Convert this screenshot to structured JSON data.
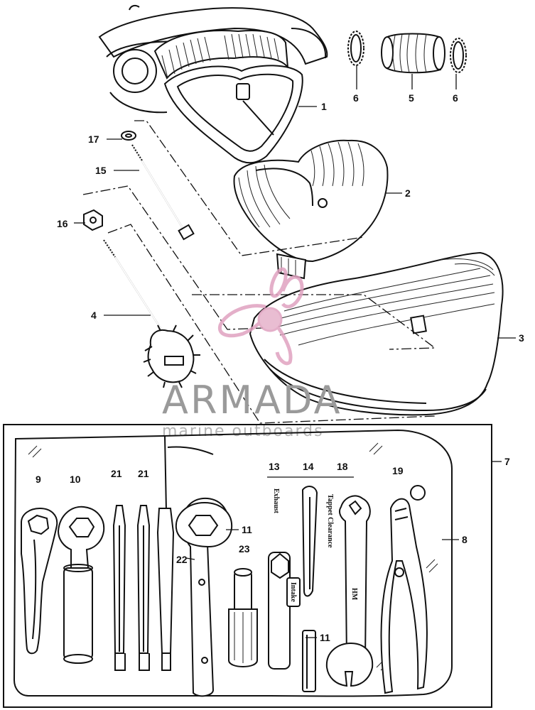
{
  "callouts": [
    {
      "id": "c1",
      "label": "1"
    },
    {
      "id": "c2",
      "label": "2"
    },
    {
      "id": "c3",
      "label": "3"
    },
    {
      "id": "c4",
      "label": "4"
    },
    {
      "id": "c5",
      "label": "5"
    },
    {
      "id": "c6a",
      "label": "6"
    },
    {
      "id": "c6b",
      "label": "6"
    },
    {
      "id": "c7",
      "label": "7"
    },
    {
      "id": "c8",
      "label": "8"
    },
    {
      "id": "c9",
      "label": "9"
    },
    {
      "id": "c10",
      "label": "10"
    },
    {
      "id": "c11a",
      "label": "11"
    },
    {
      "id": "c11b",
      "label": "11"
    },
    {
      "id": "c13",
      "label": "13"
    },
    {
      "id": "c14",
      "label": "14"
    },
    {
      "id": "c15",
      "label": "15"
    },
    {
      "id": "c16",
      "label": "16"
    },
    {
      "id": "c17",
      "label": "17"
    },
    {
      "id": "c18",
      "label": "18"
    },
    {
      "id": "c19",
      "label": "19"
    },
    {
      "id": "c21a",
      "label": "21"
    },
    {
      "id": "c21b",
      "label": "21"
    },
    {
      "id": "c22",
      "label": "22"
    },
    {
      "id": "c23",
      "label": "23"
    }
  ],
  "tool_stamps": {
    "exhaust": "Exhaust",
    "intake": "Intake",
    "tappet": "Tappet Clearance",
    "tool_brand": "HM"
  },
  "watermark": {
    "title": "ARMADA",
    "subtitle": "marine outboards",
    "logo": "armada-propeller-logo"
  },
  "colors": {
    "ink": "#111111",
    "watermark_pink": "#e0a2c0",
    "watermark_gray": "#9a9a9a"
  }
}
